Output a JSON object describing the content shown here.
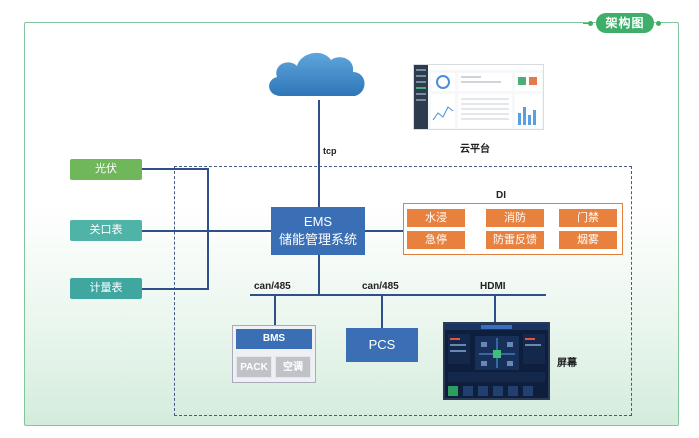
{
  "title": "架构图",
  "cloud_platform_label": "云平台",
  "tcp_label": "tcp",
  "side_inputs": [
    "光伏",
    "关口表",
    "计量表"
  ],
  "ems": {
    "line1": "EMS",
    "line2": "储能管理系统"
  },
  "di": {
    "label": "DI",
    "items": [
      "水浸",
      "消防",
      "门禁",
      "急停",
      "防雷反馈",
      "烟雾"
    ]
  },
  "bus_labels": [
    "can/485",
    "can/485",
    "HDMI"
  ],
  "bms": {
    "title": "BMS",
    "pack": "PACK",
    "ac": "空调"
  },
  "pcs": "PCS",
  "screen_label": "屏幕",
  "colors": {
    "accent_green": "#3fae6b",
    "ems_blue": "#3a6fb5",
    "di_orange": "#e8813e",
    "line_blue": "#2e4f88"
  }
}
